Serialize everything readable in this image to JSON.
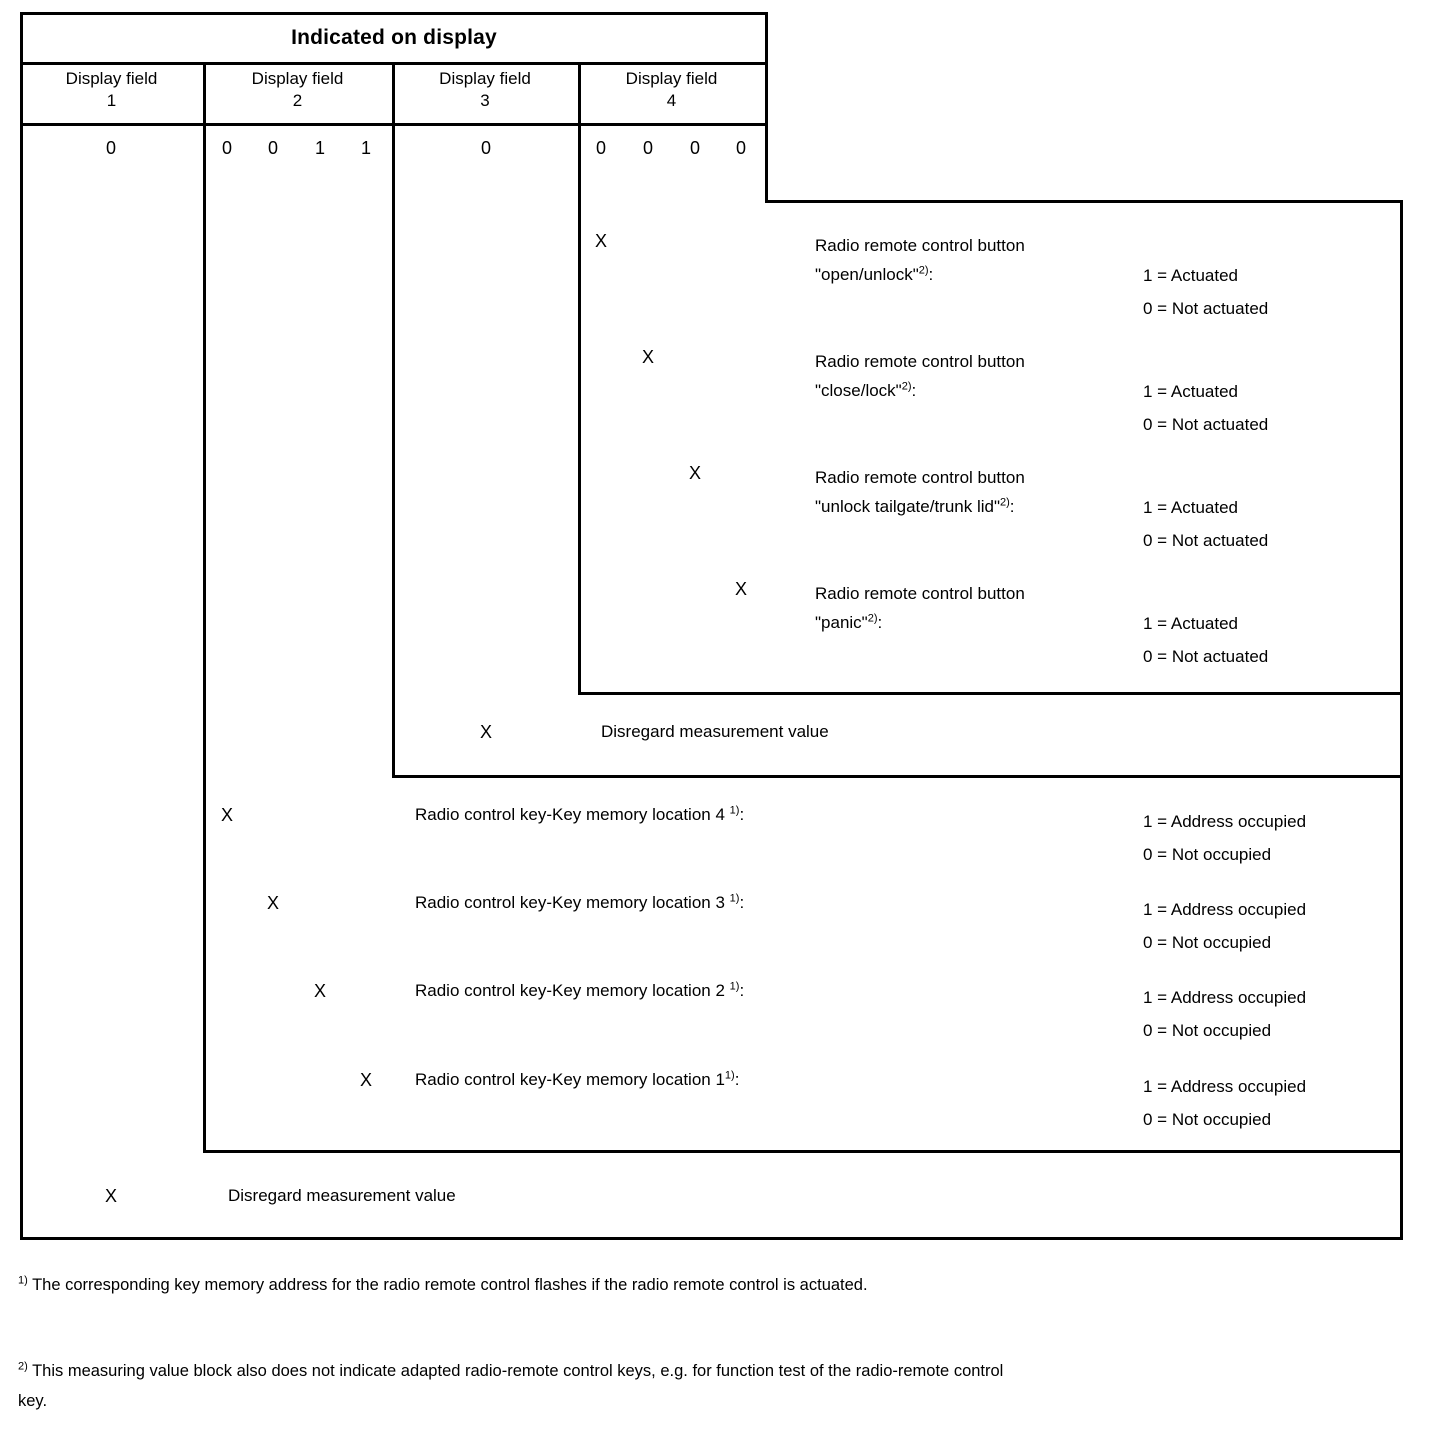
{
  "table": {
    "title": "Indicated on display",
    "columns": [
      {
        "label": "Display field",
        "number": "1"
      },
      {
        "label": "Display field",
        "number": "2"
      },
      {
        "label": "Display field",
        "number": "3"
      },
      {
        "label": "Display field",
        "number": "4"
      }
    ],
    "bit_values": {
      "field1": [
        "0"
      ],
      "field2": [
        "0",
        "0",
        "1",
        "1"
      ],
      "field3": [
        "0"
      ],
      "field4": [
        "0",
        "0",
        "0",
        "0"
      ]
    }
  },
  "marker": {
    "x": "X"
  },
  "field4_rows": [
    {
      "desc_line1": "Radio remote control button",
      "desc_line2": "\"open/unlock\"",
      "footnote_ref": "2)",
      "colon": ":",
      "val_on": "1 = Actuated",
      "val_off": "0 = Not actuated"
    },
    {
      "desc_line1": "Radio remote control button",
      "desc_line2": "\"close/lock\"",
      "footnote_ref": "2)",
      "colon": ":",
      "val_on": "1 = Actuated",
      "val_off": "0 = Not actuated"
    },
    {
      "desc_line1": "Radio remote control button",
      "desc_line2": "\"unlock tailgate/trunk lid\"",
      "footnote_ref": "2)",
      "colon": ":",
      "val_on": "1 = Actuated",
      "val_off": "0 = Not actuated"
    },
    {
      "desc_line1": "Radio remote control button",
      "desc_line2": "\"panic\"",
      "footnote_ref": "2)",
      "colon": ":",
      "val_on": "1 = Actuated",
      "val_off": "0 = Not actuated"
    }
  ],
  "field3_row": {
    "label": "Disregard measurement value"
  },
  "field2_rows": [
    {
      "desc": "Radio control key-Key memory location 4",
      "footnote_ref": "1)",
      "colon": ":",
      "val_on": "1 = Address occupied",
      "val_off": "0 = Not occupied"
    },
    {
      "desc": "Radio control key-Key memory location 3",
      "footnote_ref": "1)",
      "colon": ":",
      "val_on": "1 = Address occupied",
      "val_off": "0 = Not occupied"
    },
    {
      "desc": "Radio control key-Key memory location 2",
      "footnote_ref": "1)",
      "colon": ":",
      "val_on": "1 = Address occupied",
      "val_off": "0 = Not occupied"
    },
    {
      "desc": "Radio control key-Key memory location 1",
      "footnote_ref": "1)",
      "colon": ":",
      "val_on": "1 = Address occupied",
      "val_off": "0 = Not occupied"
    }
  ],
  "field1_row": {
    "label": "Disregard measurement value"
  },
  "footnotes": [
    {
      "marker": "1)",
      "text": "The corresponding key memory address for the radio remote control flashes if the radio remote control is actuated."
    },
    {
      "marker": "2)",
      "text": "This measuring value block also does not indicate adapted radio-remote control keys, e.g. for function test of the radio-remote control key."
    }
  ]
}
